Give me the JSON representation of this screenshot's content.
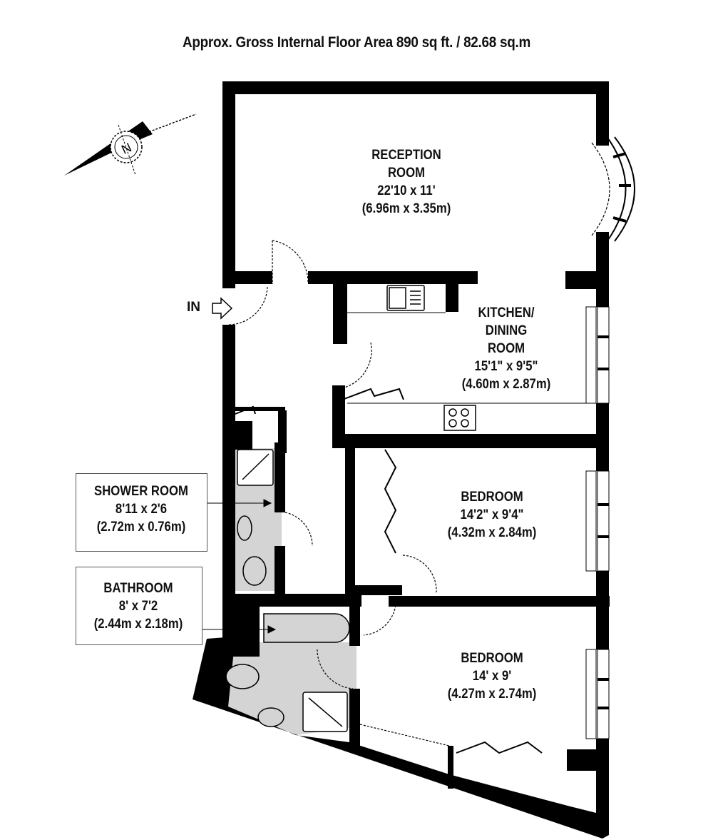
{
  "header": {
    "title": "Approx. Gross Internal Floor Area  890 sq ft. / 82.68 sq.m"
  },
  "compass": {
    "icon": "north-compass-icon",
    "label": "N"
  },
  "entrance": {
    "label": "IN"
  },
  "rooms": {
    "reception": {
      "name1": "RECEPTION",
      "name2": "ROOM",
      "imperial": "22'10 x 11'",
      "metric": "(6.96m x 3.35m)"
    },
    "kitchen": {
      "name1": "KITCHEN/",
      "name2": "DINING",
      "name3": "ROOM",
      "imperial": "15'1\" x 9'5\"",
      "metric": "(4.60m x 2.87m)"
    },
    "bedroom1": {
      "name": "BEDROOM",
      "imperial": "14'2\" x 9'4\"",
      "metric": "(4.32m x 2.84m)"
    },
    "bedroom2": {
      "name": "BEDROOM",
      "imperial": "14' x 9'",
      "metric": "(4.27m x 2.74m)"
    },
    "shower": {
      "name": "SHOWER ROOM",
      "imperial": "8'11 x 2'6",
      "metric": "(2.72m x 0.76m)"
    },
    "bathroom": {
      "name": "BATHROOM",
      "imperial": "8' x 7'2",
      "metric": "(2.44m x 2.18m)"
    }
  },
  "colors": {
    "wall": "#000000",
    "wet_room_fill": "#d4d4d4"
  }
}
